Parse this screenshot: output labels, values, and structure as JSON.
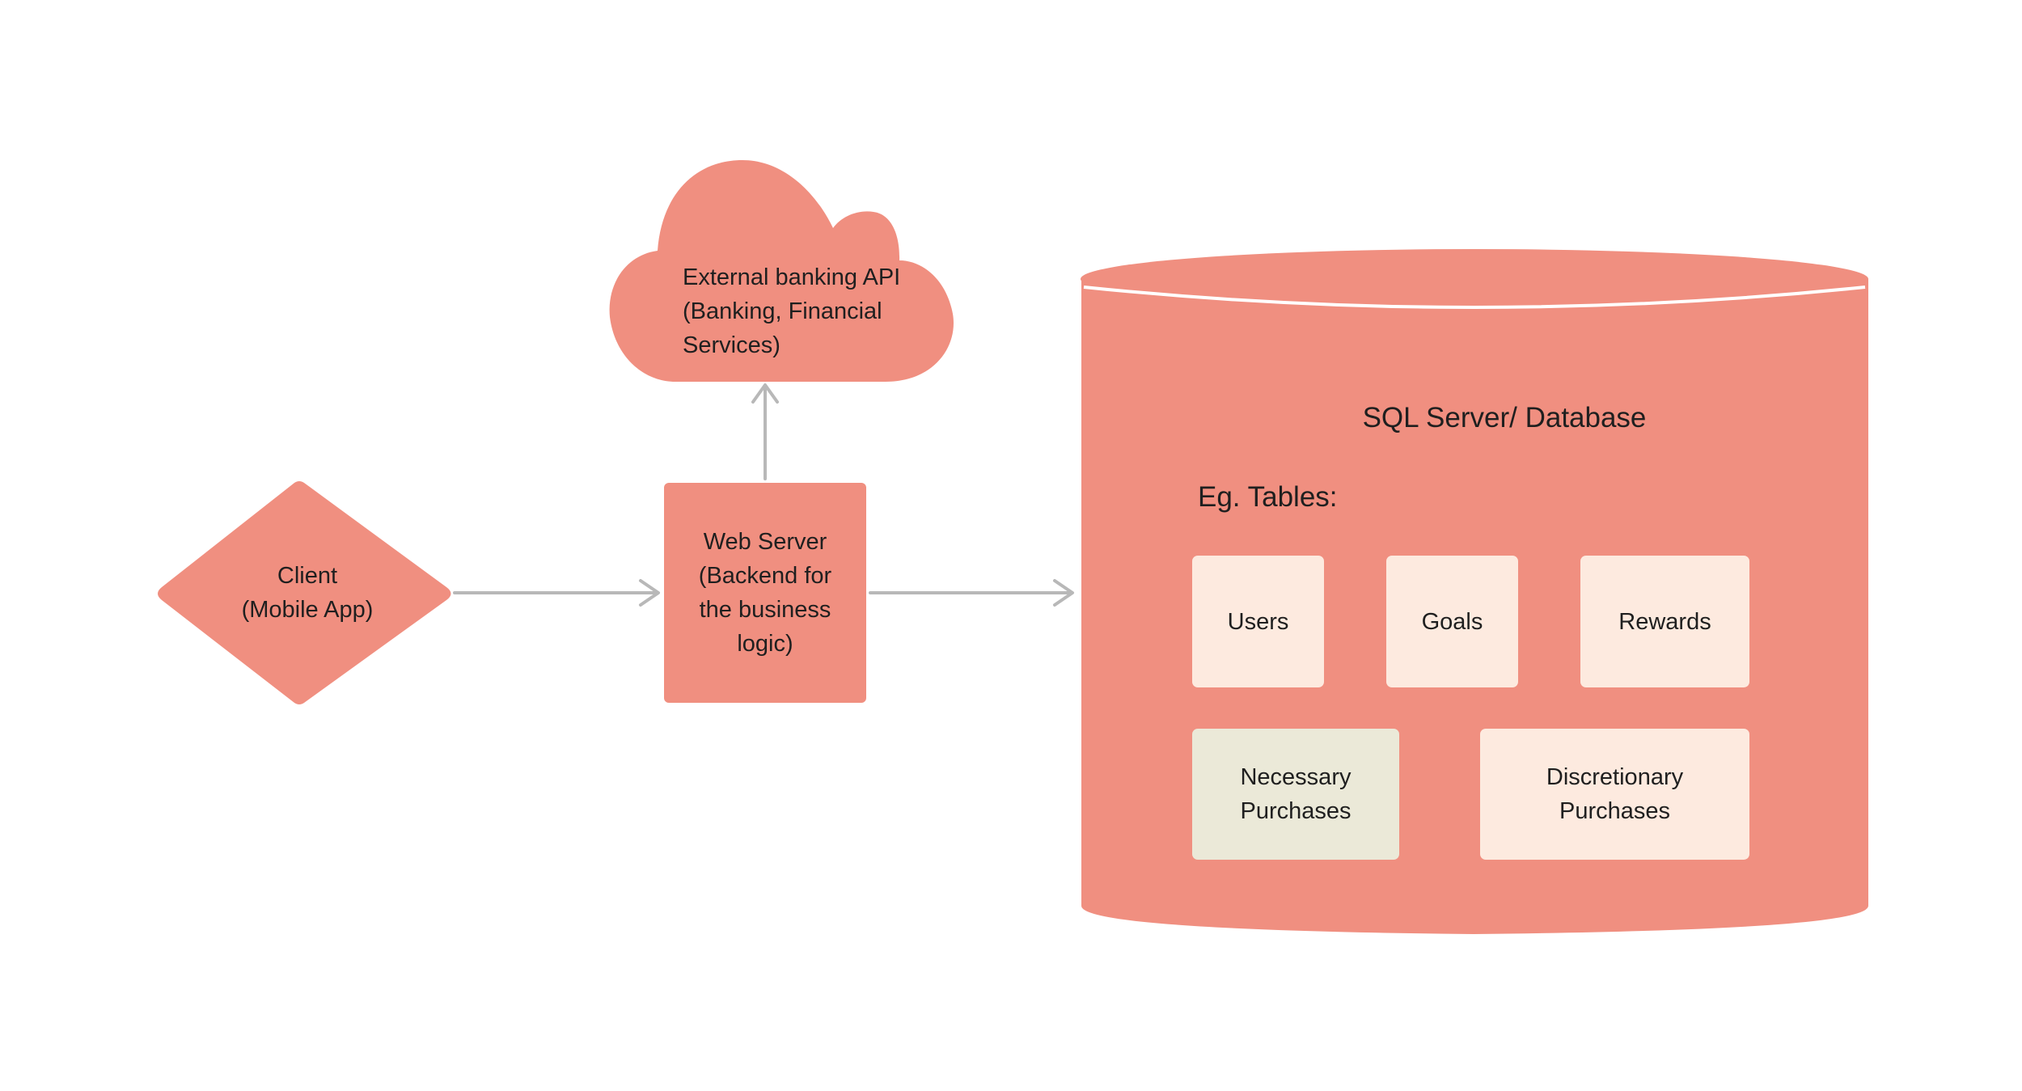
{
  "colors": {
    "shape_fill": "#F08F80",
    "table_fill": "#FDEADF",
    "table_fill_alt": "#EBE9D8",
    "arrow": "#B8B8B8",
    "text": "#1F1F1F",
    "background": "#FFFFFF"
  },
  "nodes": {
    "client": {
      "shape": "diamond",
      "label": "Client\n(Mobile App)"
    },
    "web_server": {
      "shape": "rectangle",
      "label": "Web Server\n(Backend for\nthe business\nlogic)"
    },
    "external_api": {
      "shape": "cloud",
      "label": "External banking API\n(Banking, Financial\nServices)"
    },
    "database": {
      "shape": "cylinder",
      "title": "SQL Server/ Database",
      "tables_heading": "Eg. Tables:",
      "tables": [
        {
          "label": "Users"
        },
        {
          "label": "Goals"
        },
        {
          "label": "Rewards"
        },
        {
          "label": "Necessary\nPurchases"
        },
        {
          "label": "Discretionary\nPurchases"
        }
      ]
    }
  },
  "edges": [
    {
      "from": "client",
      "to": "web_server"
    },
    {
      "from": "web_server",
      "to": "external_api"
    },
    {
      "from": "web_server",
      "to": "database"
    }
  ]
}
